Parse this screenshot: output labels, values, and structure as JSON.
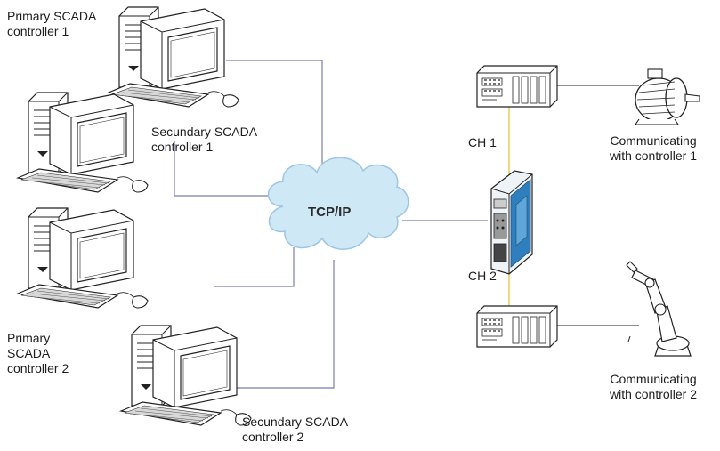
{
  "network": {
    "label": "TCP/IP"
  },
  "channels": {
    "ch1": "CH 1",
    "ch2": "CH 2"
  },
  "computers": [
    {
      "label_lines": [
        "Primary SCADA",
        "controller 1"
      ]
    },
    {
      "label_lines": [
        "Secundary SCADA",
        "controller 1"
      ]
    },
    {
      "label_lines": [
        "Primary",
        "SCADA",
        "controller 2"
      ]
    },
    {
      "label_lines": [
        "Secundary SCADA",
        "controller 2"
      ]
    }
  ],
  "devices": [
    {
      "label_lines": [
        "Communicating",
        "with controller 1"
      ]
    },
    {
      "label_lines": [
        "Communicating",
        "with controller 2"
      ]
    }
  ],
  "colors": {
    "line": "#7b7bb0",
    "yellow_line": "#e3c22a",
    "cloud_fill": "#cfe8f6",
    "cloud_stroke": "#9dc6e2",
    "gateway_accent": "#2f7fbf",
    "outline": "#222222"
  }
}
